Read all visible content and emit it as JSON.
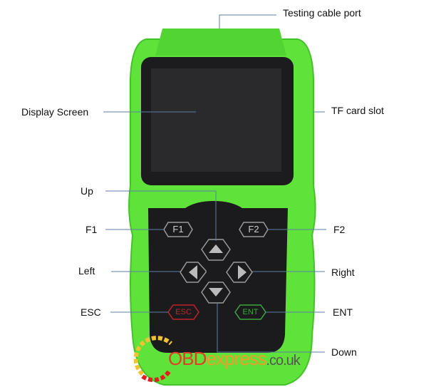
{
  "labels": {
    "testing_cable_port": "Testing cable port",
    "display_screen": "Display Screen",
    "tf_card_slot": "TF card slot",
    "up": "Up",
    "f1": "F1",
    "f2": "F2",
    "left": "Left",
    "right": "Right",
    "esc": "ESC",
    "ent": "ENT",
    "down": "Down"
  },
  "keys": {
    "f1": "F1",
    "f2": "F2",
    "esc": "ESC",
    "ent": "ENT"
  },
  "watermark": {
    "brand_red": "OBD",
    "brand_orange": "express",
    "suffix": ".co.uk"
  },
  "colors": {
    "body": "#5fe33a",
    "panel": "#1b1b1d",
    "line": "#5a7fa6",
    "esc": "#c0232a",
    "ent": "#3aa83a"
  }
}
